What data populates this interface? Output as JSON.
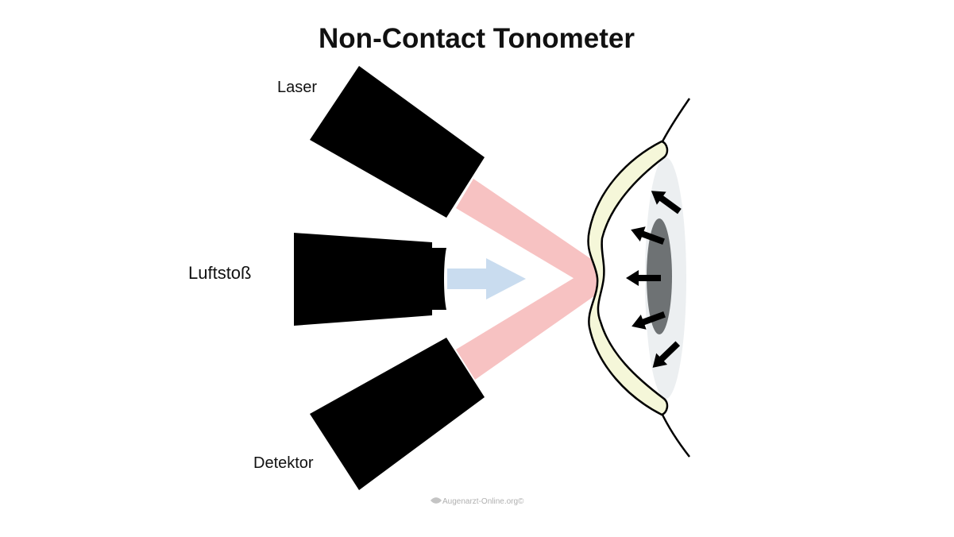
{
  "title": "Non-Contact Tonometer",
  "labels": {
    "laser": "Laser",
    "air_puff": "Luftstoß",
    "detector": "Detektor"
  },
  "watermark": "Augenarzt-Online.org©",
  "colors": {
    "device": "#000000",
    "laser_beam": "#f7c2c2",
    "air_arrow": "#c9dcef",
    "cornea_fill": "#f5f7d9",
    "eye_outer": "#eceff1",
    "pupil": "#6e7274",
    "pressure_arrows": "#000000"
  },
  "icons": [
    "laser-device",
    "air-nozzle",
    "detector-device",
    "air-puff-arrow",
    "laser-beam",
    "cornea",
    "eyeball",
    "pressure-arrow"
  ]
}
